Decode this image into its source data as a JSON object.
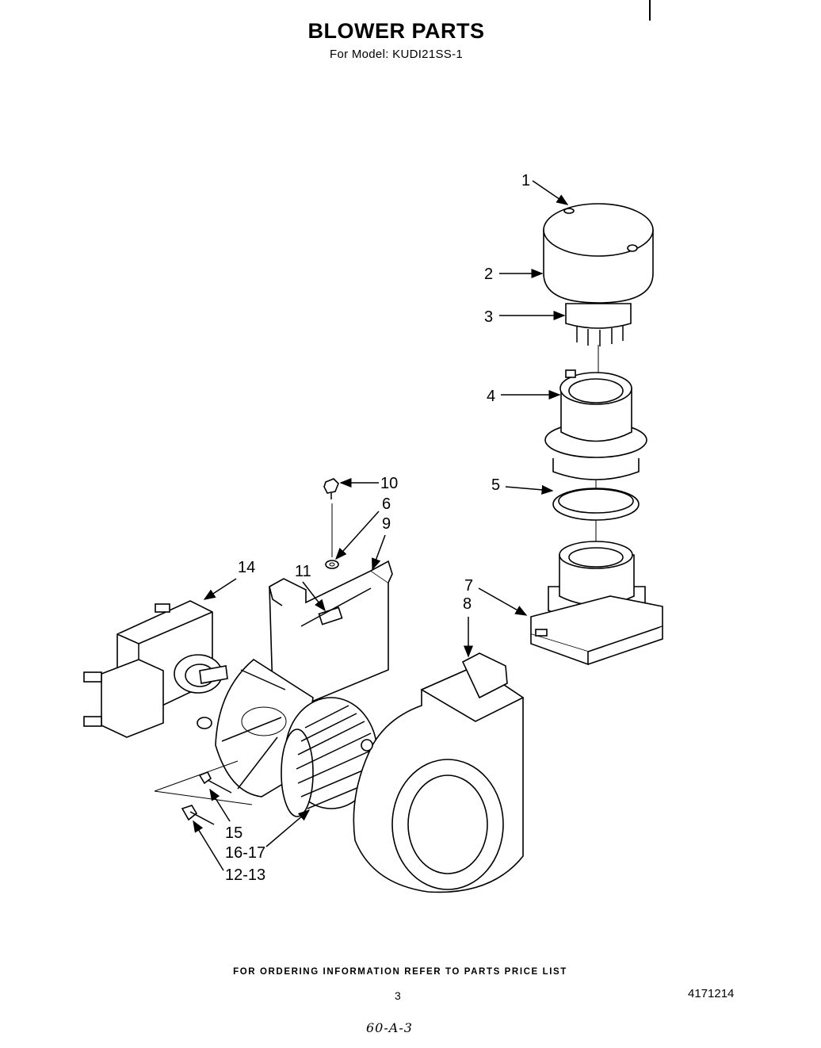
{
  "header": {
    "title": "BLOWER PARTS",
    "subtitle": "For Model: KUDI21SS-1"
  },
  "callouts": [
    {
      "id": "c1",
      "text": "1"
    },
    {
      "id": "c2",
      "text": "2"
    },
    {
      "id": "c3",
      "text": "3"
    },
    {
      "id": "c4",
      "text": "4"
    },
    {
      "id": "c5",
      "text": "5"
    },
    {
      "id": "c10",
      "text": "10"
    },
    {
      "id": "c6",
      "text": "6"
    },
    {
      "id": "c9",
      "text": "9"
    },
    {
      "id": "c14",
      "text": "14"
    },
    {
      "id": "c11",
      "text": "11"
    },
    {
      "id": "c7",
      "text": "7"
    },
    {
      "id": "c8",
      "text": "8"
    },
    {
      "id": "c15",
      "text": "15"
    },
    {
      "id": "c1617",
      "text": "16-17"
    },
    {
      "id": "c1213",
      "text": "12-13"
    }
  ],
  "footer": {
    "note": "FOR ORDERING INFORMATION REFER TO PARTS PRICE LIST",
    "page_number": "3",
    "document_number": "4171214",
    "handwritten": "60-A-3"
  }
}
